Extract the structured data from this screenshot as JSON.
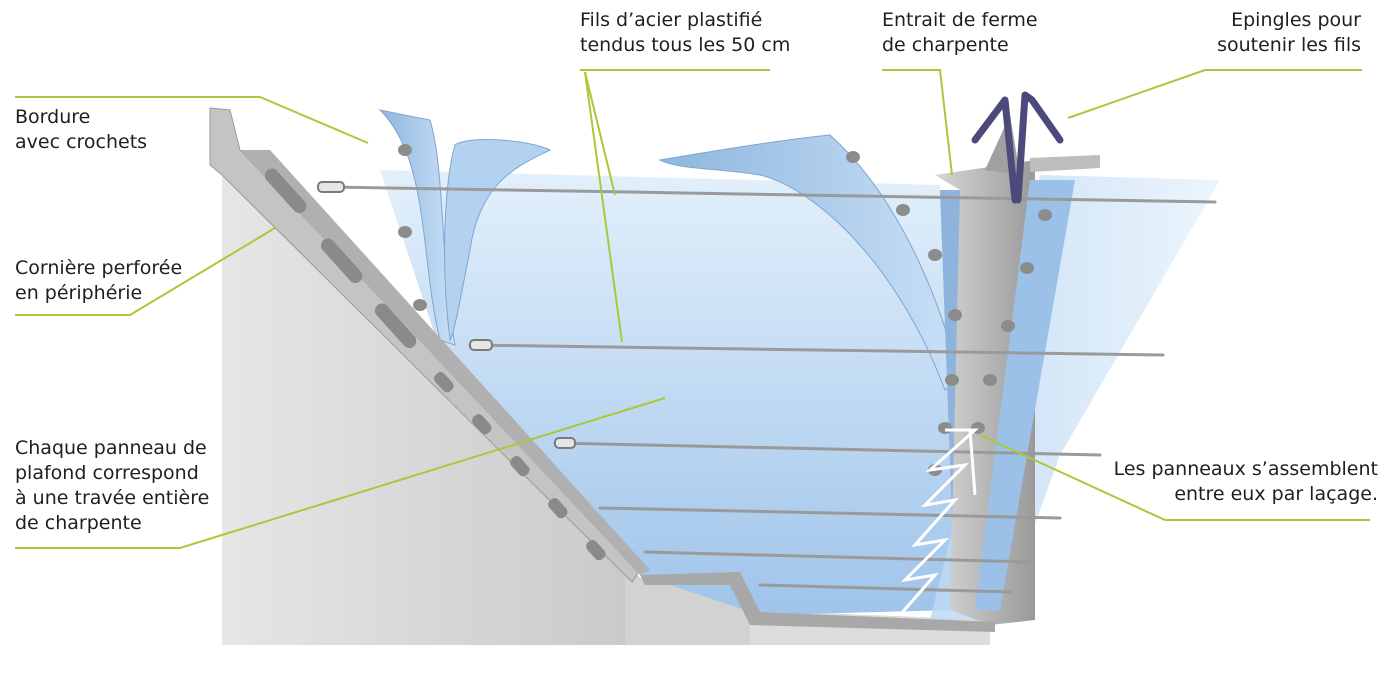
{
  "labels": {
    "bordure": [
      "Bordure",
      "avec crochets"
    ],
    "corniere": [
      "Cornière perforée",
      "en périphérie"
    ],
    "panneau": [
      "Chaque panneau de",
      "plafond correspond",
      "à une travée entière",
      "de charpente"
    ],
    "fils": [
      "Fils d’acier plastifié",
      "tendus tous les 50 cm"
    ],
    "entrait": [
      "Entrait de ferme",
      "de charpente"
    ],
    "epingles": [
      "Epingles pour",
      "soutenir les fils"
    ],
    "lacage": [
      "Les panneaux s’assemblent",
      "entre eux par laçage."
    ]
  },
  "colors": {
    "leader": "#a8c93a",
    "panel": "#a9cdef",
    "panel_dark": "#6f9bc8",
    "wall": "#d9d9d9",
    "metal": "#b8b8b8",
    "pin": "#4b4a7a"
  }
}
